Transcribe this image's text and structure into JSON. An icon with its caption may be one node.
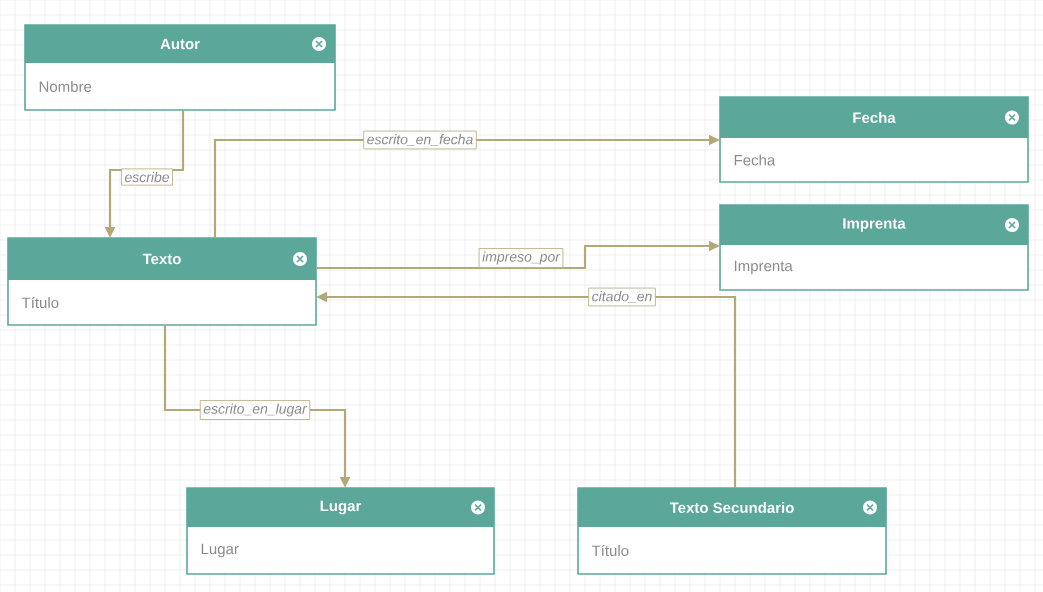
{
  "diagram": {
    "nodes": [
      {
        "text": [
          "Autor",
          "Nombre"
        ]
      },
      {
        "text": [
          "Fecha",
          "Fecha"
        ]
      },
      {
        "text": [
          "Imprenta",
          "Imprenta"
        ]
      },
      {
        "text": [
          "Texto",
          "Título"
        ]
      },
      {
        "text": [
          "Lugar",
          "Lugar"
        ]
      },
      {
        "text": [
          "Texto Secundario",
          "Título"
        ]
      }
    ],
    "edges": [
      {
        "from": 0,
        "to": 3,
        "arrow": "to",
        "label": "escribe"
      },
      {
        "from": 3,
        "to": 1,
        "arrow": "to",
        "label": "escrito_en_fecha"
      },
      {
        "from": 3,
        "to": 2,
        "arrow": "to",
        "label": "impreso_por"
      },
      {
        "from": 5,
        "to": 3,
        "arrow": "to",
        "label": "citado_en"
      },
      {
        "from": 3,
        "to": 4,
        "arrow": "to",
        "label": "escrito_en_lugar"
      }
    ]
  }
}
